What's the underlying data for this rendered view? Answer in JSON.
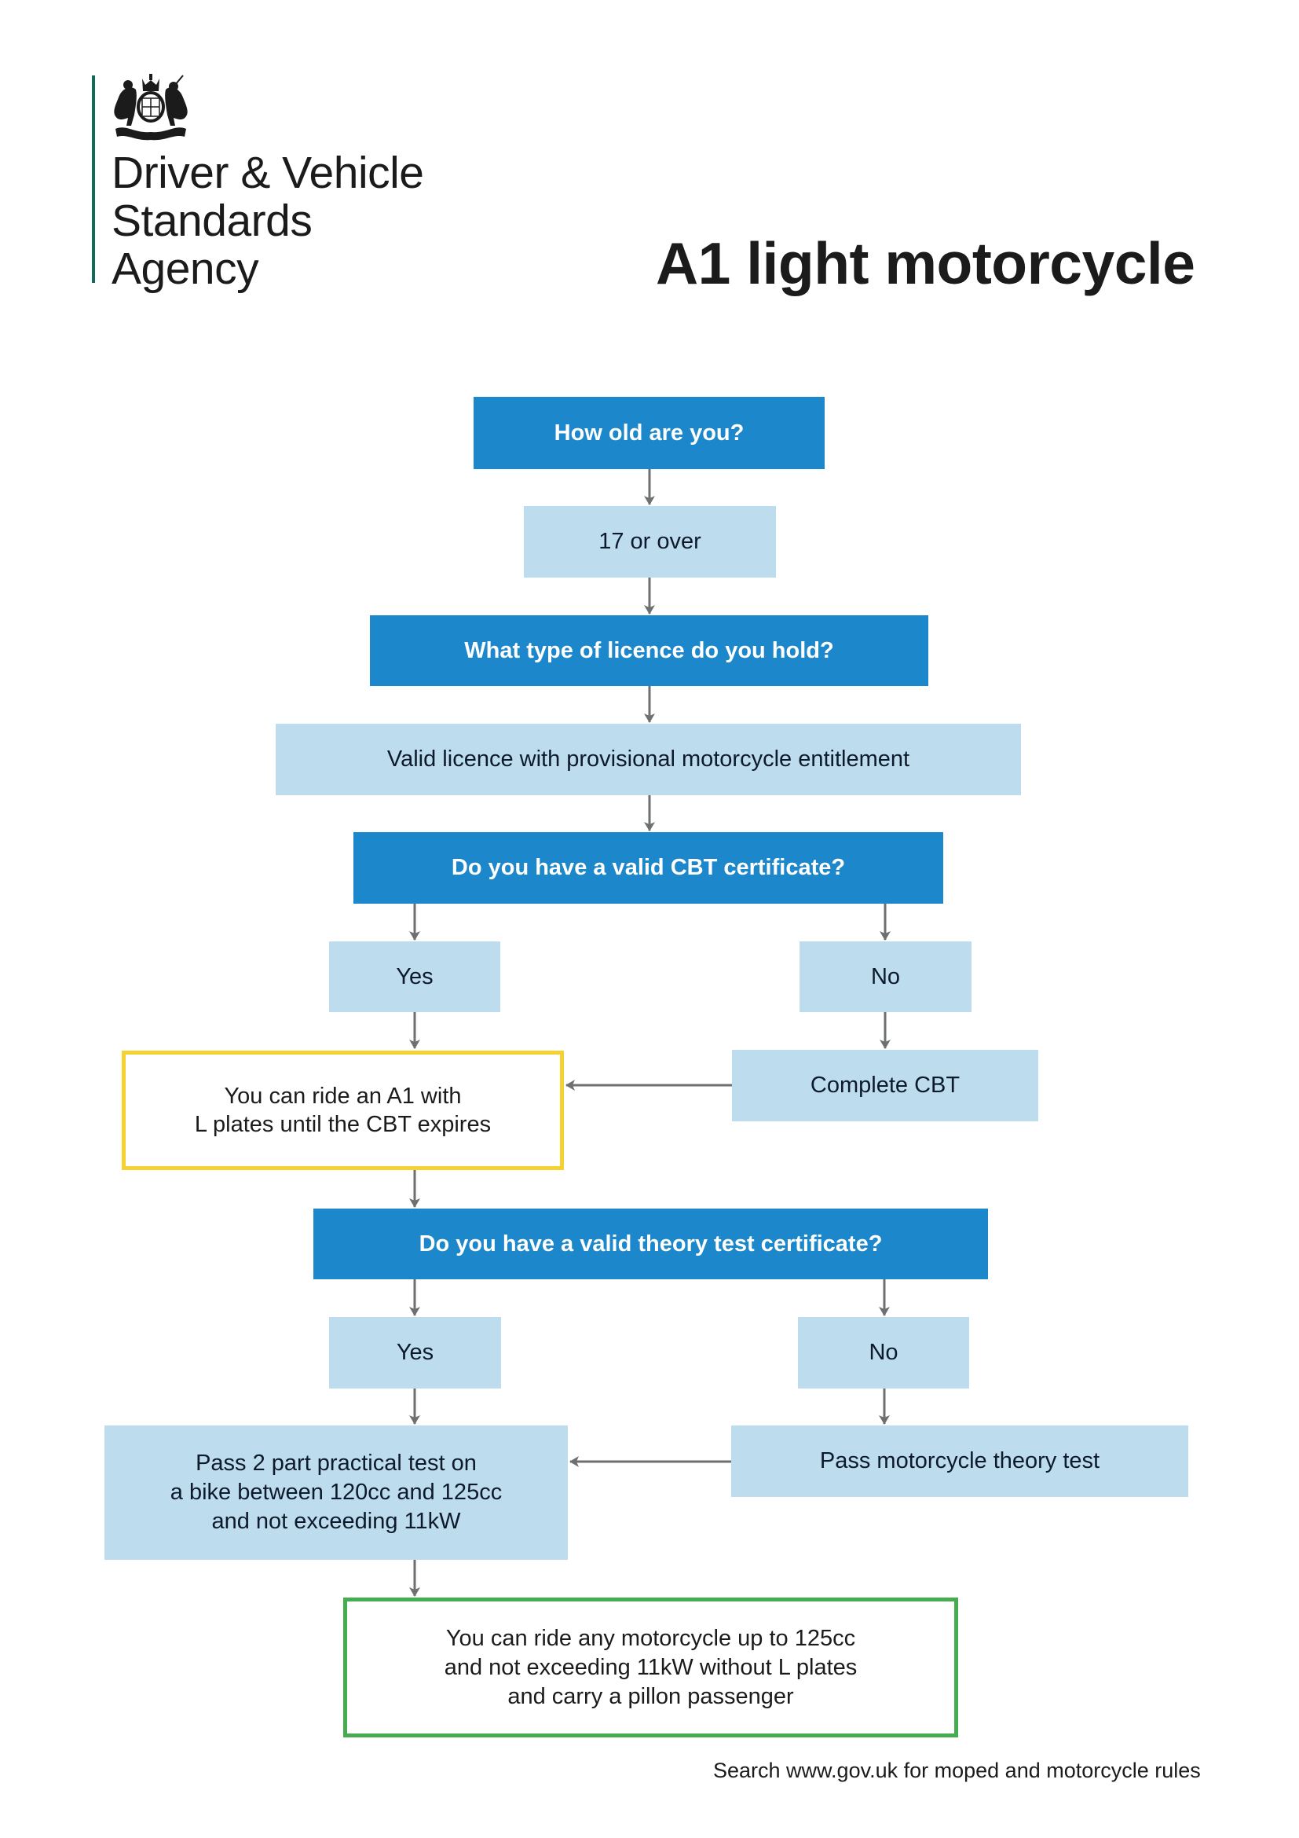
{
  "header": {
    "logo_icon": "royal-coat-of-arms-icon",
    "org_name_lines": [
      "Driver & Vehicle",
      "Standards",
      "Agency"
    ],
    "title": "A1 light motorcycle"
  },
  "colors": {
    "question_box": "#1d87cb",
    "answer_box": "#bddcee",
    "interim_outcome_border": "#f5d232",
    "final_outcome_border": "#45ad4f",
    "connector": "#6d6f71",
    "logo_bar": "#12695a"
  },
  "flowchart": {
    "q_age": "How old are you?",
    "a_age": "17 or over",
    "q_licence": "What type of licence do you hold?",
    "a_licence": "Valid licence with provisional motorcycle entitlement",
    "q_cbt": "Do you have a valid CBT certificate?",
    "cbt_yes": "Yes",
    "cbt_no": "No",
    "complete_cbt": "Complete CBT",
    "cbt_outcome_lines": [
      "You can ride an A1 with",
      "L plates until the CBT expires"
    ],
    "q_theory": "Do you have a valid theory test certificate?",
    "theory_yes": "Yes",
    "theory_no": "No",
    "pass_theory": "Pass motorcycle theory test",
    "practical_lines": [
      "Pass 2 part practical test on",
      "a bike between 120cc and 125cc",
      "and not exceeding 11kW"
    ],
    "final_outcome_lines": [
      "You can ride any motorcycle up to 125cc",
      "and not exceeding 11kW without L plates",
      "and carry a pillon passenger"
    ]
  },
  "footer": {
    "text": "Search www.gov.uk for moped and motorcycle rules"
  }
}
